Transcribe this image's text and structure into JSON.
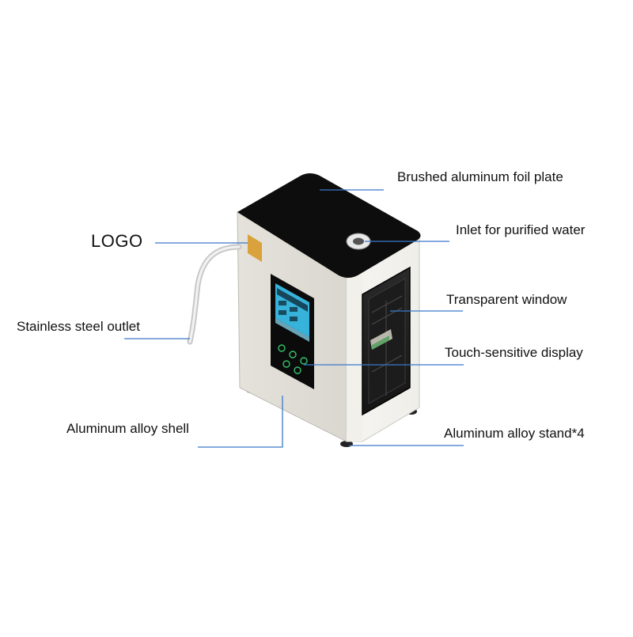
{
  "colors": {
    "leader_line": "#3b78c9",
    "shell": "#ebe9e2",
    "top_plate": "#0d0d0d",
    "logo_patch": "#d9a23c",
    "display_glow": "#3fd0ff"
  },
  "callouts": {
    "logo": "LOGO",
    "stainless_outlet": "Stainless steel outlet",
    "aluminum_shell": "Aluminum alloy shell",
    "brushed_plate": "Brushed aluminum foil plate",
    "inlet": "Inlet for purified water",
    "transparent_window": "Transparent window",
    "touch_display": "Touch-sensitive display",
    "stand": "Aluminum alloy stand*4"
  }
}
